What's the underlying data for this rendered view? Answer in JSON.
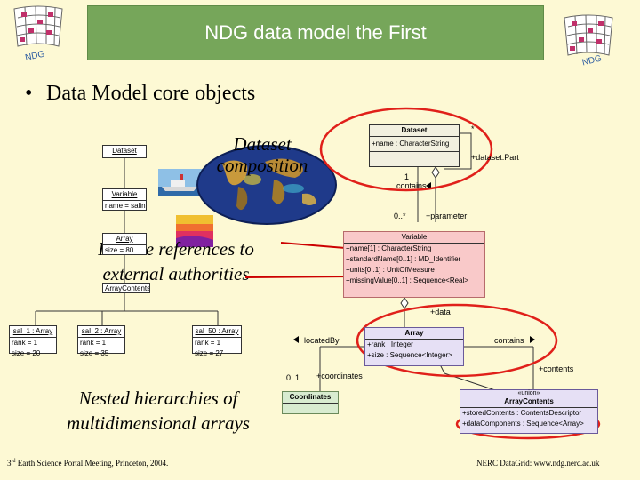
{
  "title": "NDG data model the First",
  "logo_text": "NDG",
  "bullet": "Data Model core objects",
  "callouts": {
    "dataset_line1": "Dataset",
    "dataset_line2": "composition",
    "include_line1": "Include references to",
    "include_line2": "external authorities",
    "nested_line1": "Nested hierarchies of",
    "nested_line2": "multidimensional arrays"
  },
  "instance_diagram": {
    "dataset_box": "Dataset",
    "variable_box": {
      "name": "Variable",
      "attr": "name = salinity"
    },
    "array_box": {
      "name": "Array",
      "attr": "size = 80"
    },
    "arraycontents_box": "ArrayContents",
    "children": [
      {
        "name": "sal_1 : Array",
        "rank": "rank = 1",
        "size": "size = 20"
      },
      {
        "name": "sal_2 : Array",
        "rank": "rank = 1",
        "size": "size = 35"
      },
      {
        "name": "sal_50 : Array",
        "rank": "rank = 1",
        "size": "size = 27"
      }
    ]
  },
  "class_diagram": {
    "dataset": {
      "name": "Dataset",
      "attr": "+name : CharacterString"
    },
    "variable": {
      "name": "Variable",
      "attrs": [
        "+name[1] : CharacterString",
        "+standardName[0..1] : MD_Identifier",
        "+units[0..1] : UnitOfMeasure",
        "+missingValue[0..1] : Sequence<Real>"
      ]
    },
    "array": {
      "name": "Array",
      "attrs": [
        "+rank : Integer",
        "+size : Sequence<Integer>"
      ]
    },
    "coordinates": {
      "name": "Coordinates"
    },
    "arraycontents": {
      "stereotype": "«union»",
      "name": "ArrayContents",
      "attrs": [
        "+storedContents : ContentsDescriptor",
        "+dataComponents : Sequence<Array>"
      ]
    },
    "labels": {
      "star": "*",
      "datasetPart": "+dataset.Part",
      "one": "1",
      "contains": "contains",
      "zero_many": "0..*",
      "parameter": "+parameter",
      "data": "+data",
      "locatedBy": "locatedBy",
      "contains2": "contains",
      "contents": "+contents",
      "zero_one": "0..1",
      "coordinates_role": "+coordinates"
    }
  },
  "footer_left_sup": "rd",
  "footer_left_num": "3",
  "footer_left": "Earth Science Portal Meeting, Princeton, 2004.",
  "footer_right": "NERC DataGrid: www.ndg.nerc.ac.uk",
  "colors": {
    "title_bg": "#76a65a",
    "slide_bg": "#fdf9d4",
    "highlight": "#e0201a"
  }
}
